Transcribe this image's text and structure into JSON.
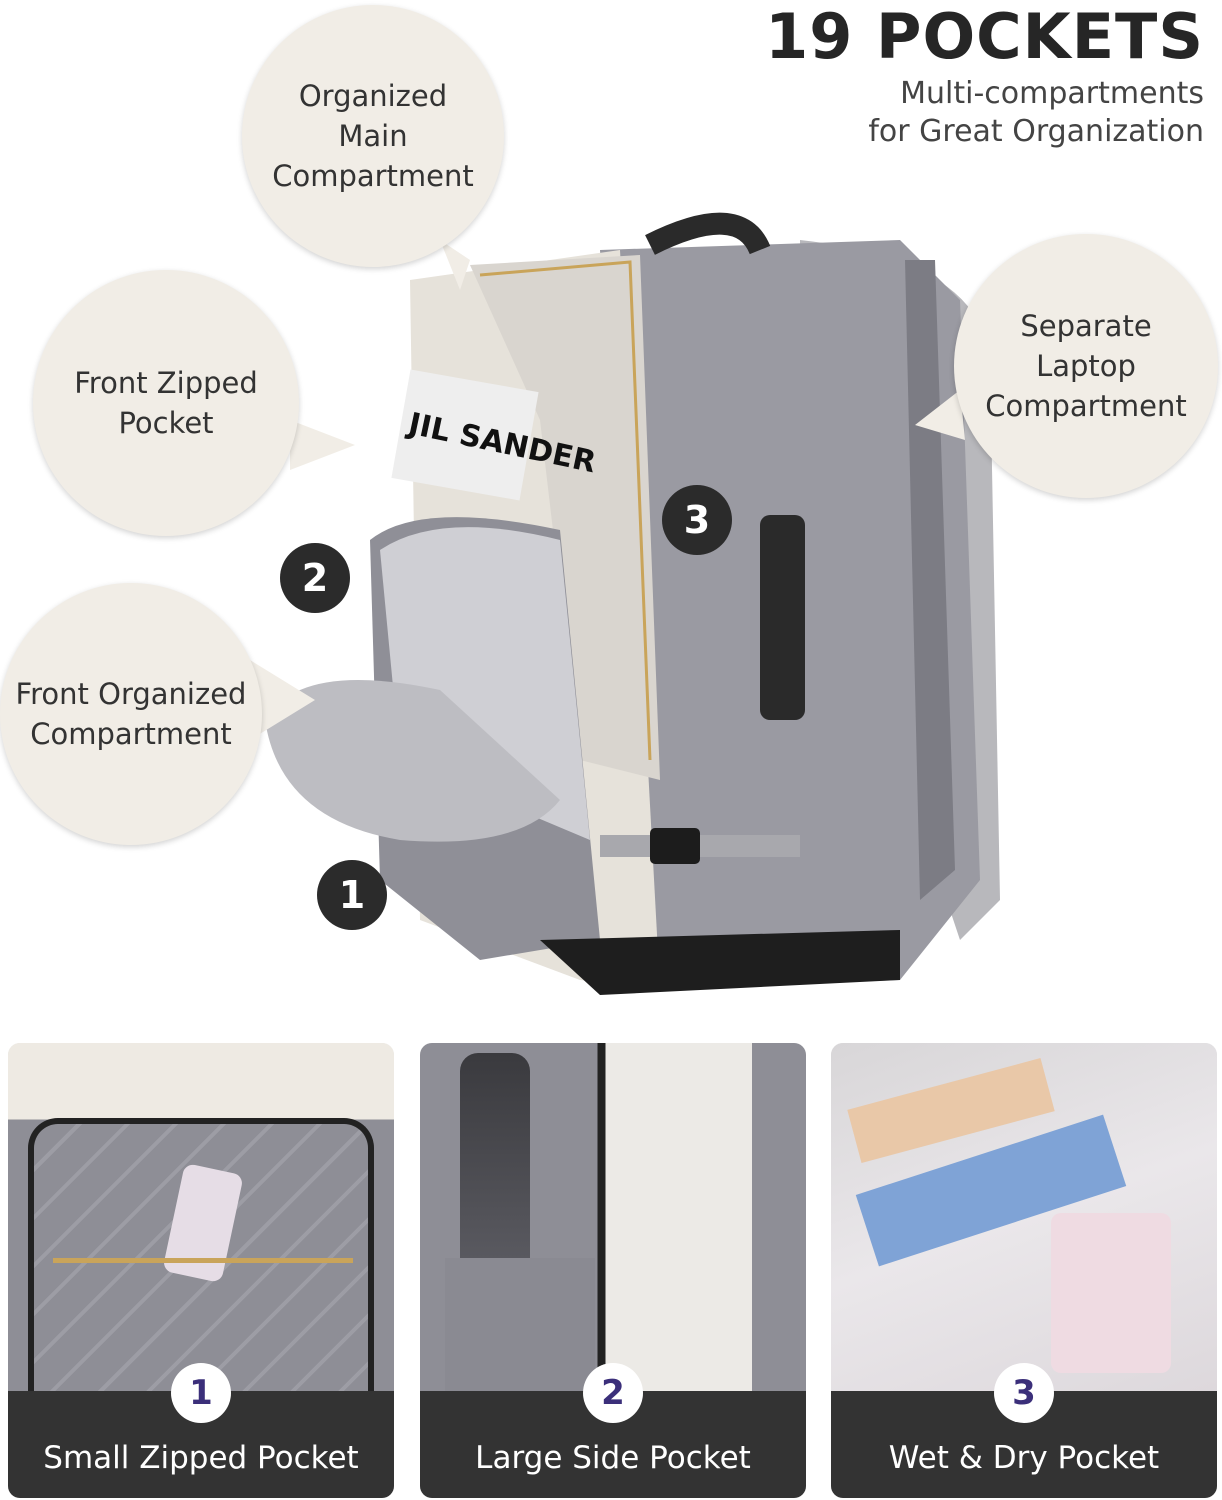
{
  "header": {
    "title": "19 POCKETS",
    "subtitle_line1": "Multi-compartments",
    "subtitle_line2": "for Great Organization"
  },
  "callouts": [
    {
      "label": "Organized Main Compartment"
    },
    {
      "label": "Front Zipped Pocket"
    },
    {
      "label": "Front Organized Compartment"
    },
    {
      "label": "Separate Laptop Compartment"
    }
  ],
  "badges": {
    "one": "1",
    "two": "2",
    "three": "3"
  },
  "product_text": "JIL SANDER",
  "panels": [
    {
      "number": "1",
      "label": "Small Zipped Pocket"
    },
    {
      "number": "2",
      "label": "Large Side Pocket"
    },
    {
      "number": "3",
      "label": "Wet & Dry Pocket"
    }
  ],
  "colors": {
    "bubble": "#f1ede6",
    "badge": "#2b2b2b",
    "label_bar": "#333333",
    "number": "#3b2f7a",
    "fabric": "#9a9aa2"
  }
}
